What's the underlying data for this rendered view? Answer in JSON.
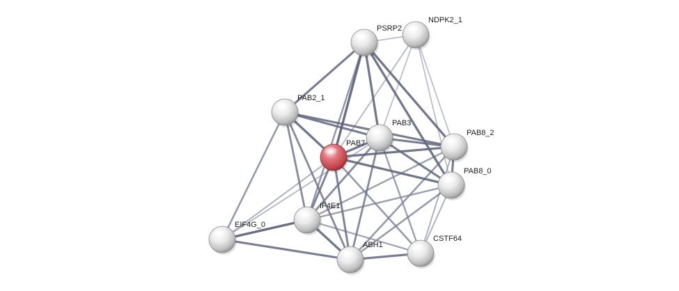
{
  "network": {
    "query_node": "PAB7",
    "colors": {
      "query_node": "#d9555c",
      "node": "#e6e6e6",
      "edge_strong": "#4f5670",
      "edge_weak": "#b9b9c8"
    },
    "nodes": [
      {
        "id": "PSRP2",
        "label": "PSRP2"
      },
      {
        "id": "NDPK2_1",
        "label": "NDPK2_1"
      },
      {
        "id": "PAB2_1",
        "label": "PAB2_1"
      },
      {
        "id": "PAB3",
        "label": "PAB3"
      },
      {
        "id": "PAB7",
        "label": "PAB7"
      },
      {
        "id": "PAB8_2",
        "label": "PAB8_2"
      },
      {
        "id": "PAB8_0",
        "label": "PAB8_0"
      },
      {
        "id": "IF4E1",
        "label": "IF4E1"
      },
      {
        "id": "EIF4G_0",
        "label": "EIF4G_0"
      },
      {
        "id": "ABH1",
        "label": "ABH1"
      },
      {
        "id": "CSTF64",
        "label": "CSTF64"
      }
    ],
    "edges": [
      {
        "source": "PSRP2",
        "target": "PAB7",
        "strength": 0.9
      },
      {
        "source": "PSRP2",
        "target": "PAB3",
        "strength": 0.85
      },
      {
        "source": "PSRP2",
        "target": "PAB2_1",
        "strength": 0.8
      },
      {
        "source": "PSRP2",
        "target": "PAB8_2",
        "strength": 0.85
      },
      {
        "source": "PSRP2",
        "target": "PAB8_0",
        "strength": 0.85
      },
      {
        "source": "PSRP2",
        "target": "NDPK2_1",
        "strength": 0.3
      },
      {
        "source": "PSRP2",
        "target": "IF4E1",
        "strength": 0.6
      },
      {
        "source": "NDPK2_1",
        "target": "PAB7",
        "strength": 0.35
      },
      {
        "source": "NDPK2_1",
        "target": "PAB8_2",
        "strength": 0.3
      },
      {
        "source": "NDPK2_1",
        "target": "PAB8_0",
        "strength": 0.3
      },
      {
        "source": "NDPK2_1",
        "target": "PAB3",
        "strength": 0.3
      },
      {
        "source": "PAB2_1",
        "target": "PAB7",
        "strength": 0.85
      },
      {
        "source": "PAB2_1",
        "target": "PAB3",
        "strength": 0.8
      },
      {
        "source": "PAB2_1",
        "target": "PAB8_2",
        "strength": 0.8
      },
      {
        "source": "PAB2_1",
        "target": "IF4E1",
        "strength": 0.7
      },
      {
        "source": "PAB2_1",
        "target": "ABH1",
        "strength": 0.7
      },
      {
        "source": "PAB2_1",
        "target": "EIF4G_0",
        "strength": 0.6
      },
      {
        "source": "PAB3",
        "target": "PAB7",
        "strength": 0.85
      },
      {
        "source": "PAB3",
        "target": "PAB8_2",
        "strength": 0.8
      },
      {
        "source": "PAB3",
        "target": "PAB8_0",
        "strength": 0.8
      },
      {
        "source": "PAB3",
        "target": "IF4E1",
        "strength": 0.7
      },
      {
        "source": "PAB3",
        "target": "ABH1",
        "strength": 0.7
      },
      {
        "source": "PAB3",
        "target": "CSTF64",
        "strength": 0.55
      },
      {
        "source": "PAB7",
        "target": "PAB8_2",
        "strength": 0.85
      },
      {
        "source": "PAB7",
        "target": "PAB8_0",
        "strength": 0.85
      },
      {
        "source": "PAB7",
        "target": "IF4E1",
        "strength": 0.75
      },
      {
        "source": "PAB7",
        "target": "EIF4G_0",
        "strength": 0.4
      },
      {
        "source": "PAB7",
        "target": "ABH1",
        "strength": 0.75
      },
      {
        "source": "PAB7",
        "target": "CSTF64",
        "strength": 0.6
      },
      {
        "source": "PAB8_2",
        "target": "PAB8_0",
        "strength": 0.8
      },
      {
        "source": "PAB8_2",
        "target": "IF4E1",
        "strength": 0.55
      },
      {
        "source": "PAB8_2",
        "target": "ABH1",
        "strength": 0.6
      },
      {
        "source": "PAB8_2",
        "target": "CSTF64",
        "strength": 0.4
      },
      {
        "source": "PAB8_0",
        "target": "IF4E1",
        "strength": 0.55
      },
      {
        "source": "PAB8_0",
        "target": "ABH1",
        "strength": 0.6
      },
      {
        "source": "PAB8_0",
        "target": "CSTF64",
        "strength": 0.4
      },
      {
        "source": "IF4E1",
        "target": "EIF4G_0",
        "strength": 0.9
      },
      {
        "source": "IF4E1",
        "target": "ABH1",
        "strength": 0.85
      },
      {
        "source": "IF4E1",
        "target": "CSTF64",
        "strength": 0.5
      },
      {
        "source": "EIF4G_0",
        "target": "ABH1",
        "strength": 0.8
      },
      {
        "source": "EIF4G_0",
        "target": "PAB3",
        "strength": 0.35
      },
      {
        "source": "ABH1",
        "target": "CSTF64",
        "strength": 0.8
      }
    ]
  }
}
